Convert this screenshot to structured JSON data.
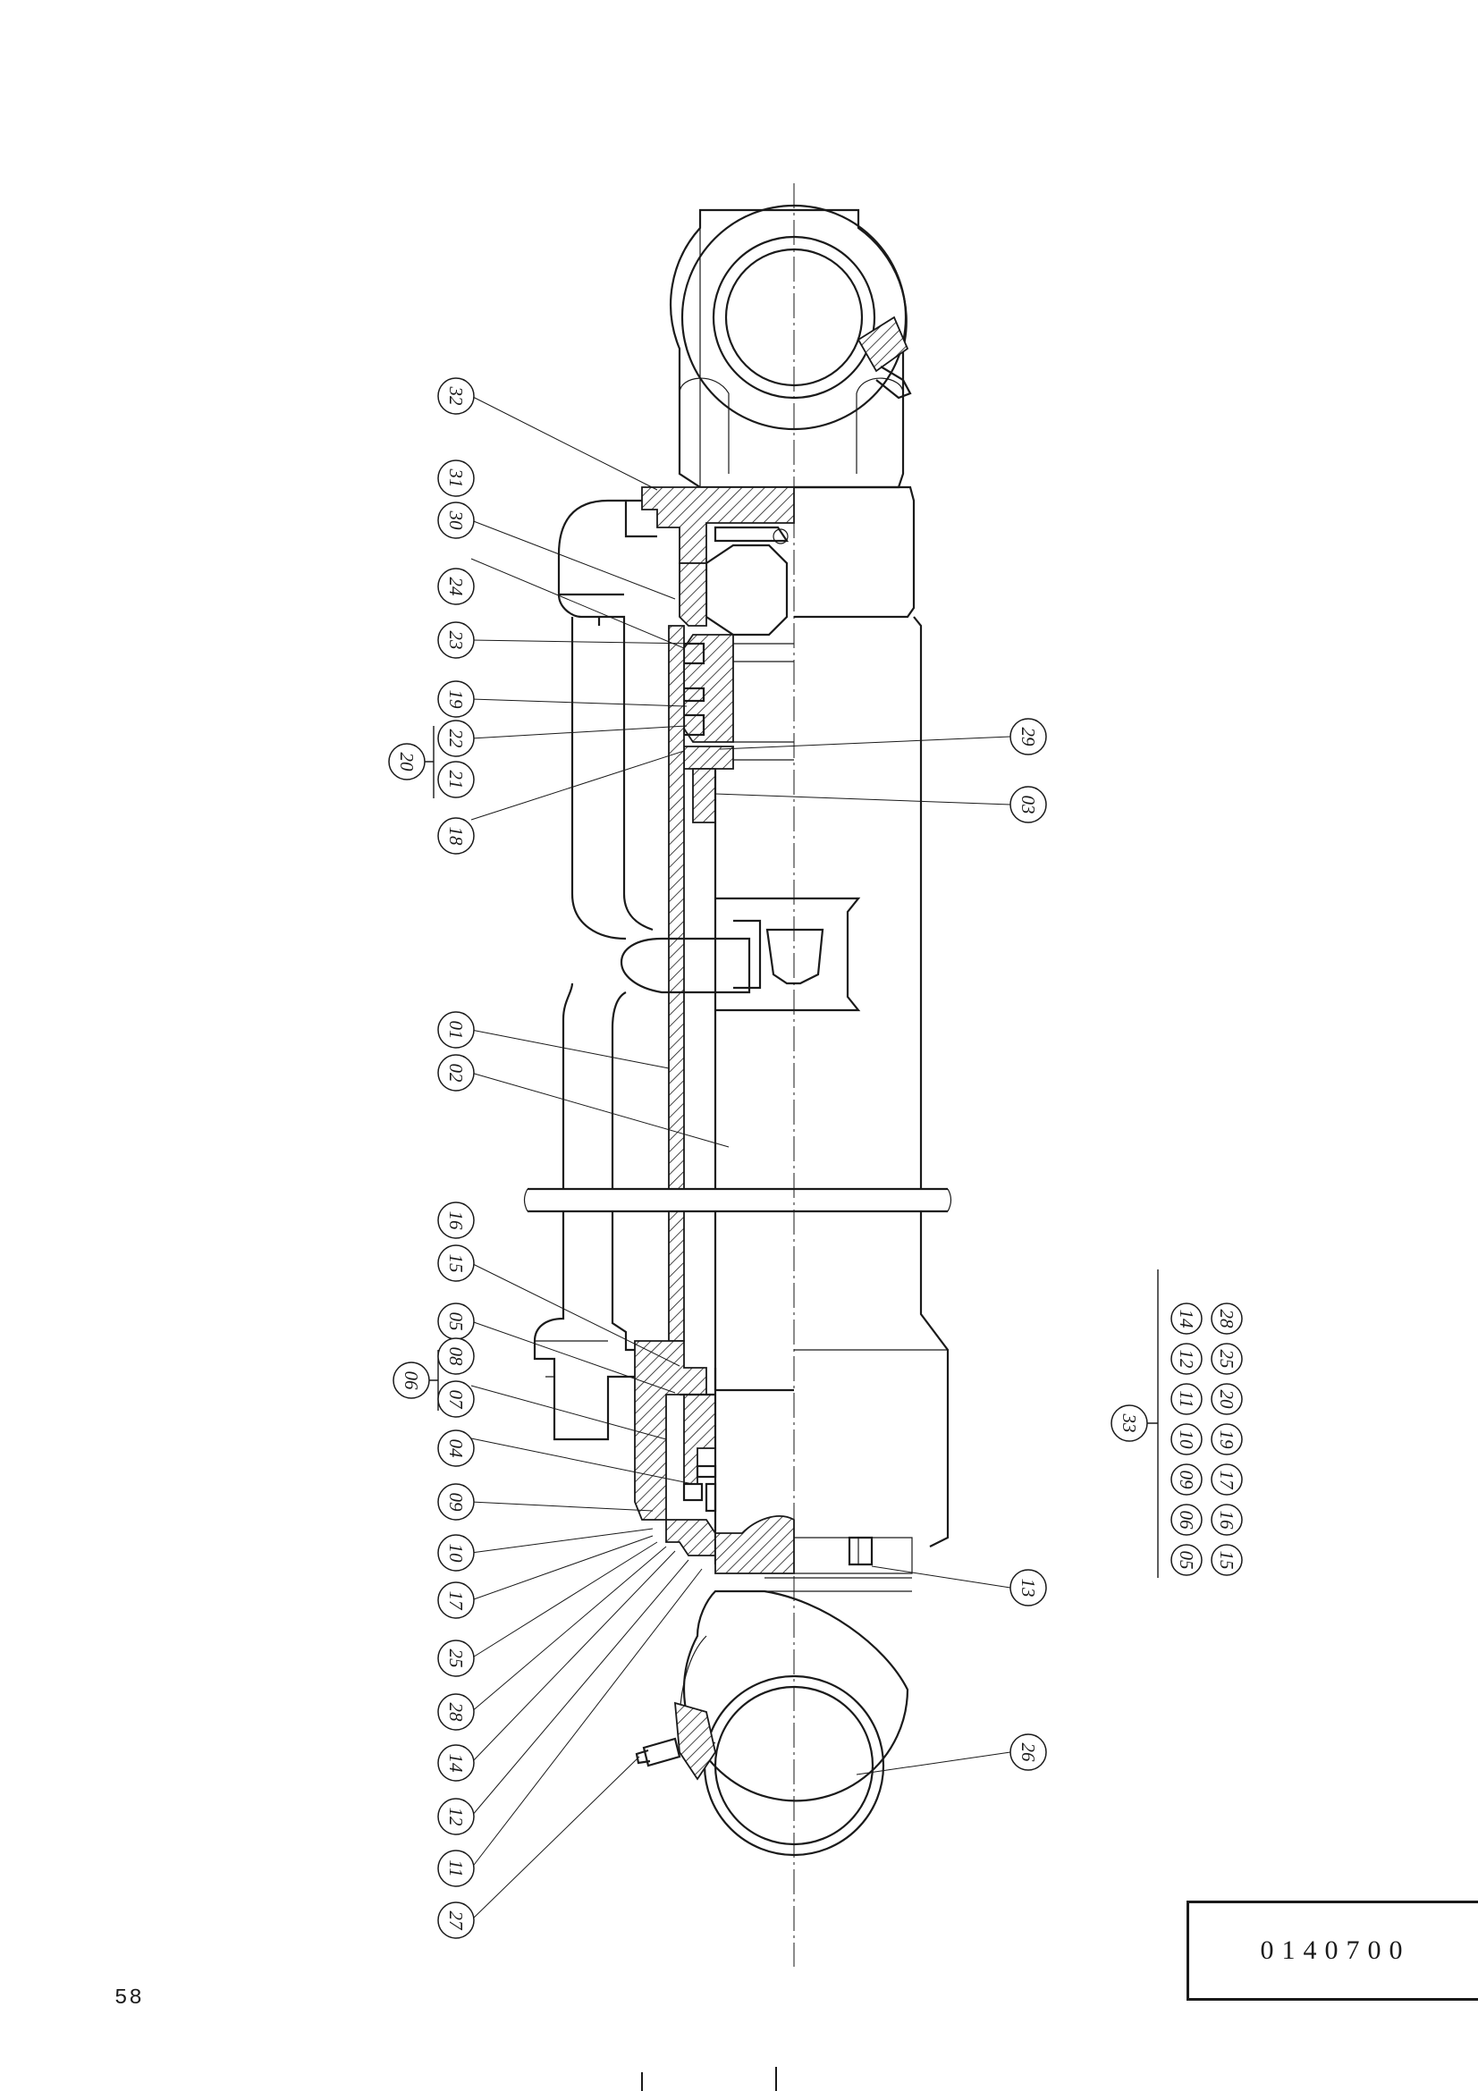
{
  "page": {
    "number": "58",
    "drawing_number": "0140700"
  },
  "colors": {
    "ink": "#1a1a1a",
    "paper": "#ffffff"
  },
  "callouts": {
    "left_column": [
      "32",
      "31",
      "30",
      "24",
      "23",
      "19",
      "22",
      "21",
      "18",
      "01",
      "02",
      "16",
      "15",
      "05",
      "08",
      "07",
      "04",
      "09",
      "10",
      "17",
      "25",
      "28",
      "14",
      "12",
      "11",
      "27"
    ],
    "group_20": "20",
    "group_06": "06",
    "right": [
      "29",
      "03",
      "13",
      "26"
    ]
  },
  "kit": {
    "label": "33",
    "rows": [
      [
        "05",
        "06",
        "09",
        "10",
        "11",
        "12",
        "14"
      ],
      [
        "15",
        "16",
        "17",
        "19",
        "20",
        "25",
        "28"
      ]
    ]
  }
}
